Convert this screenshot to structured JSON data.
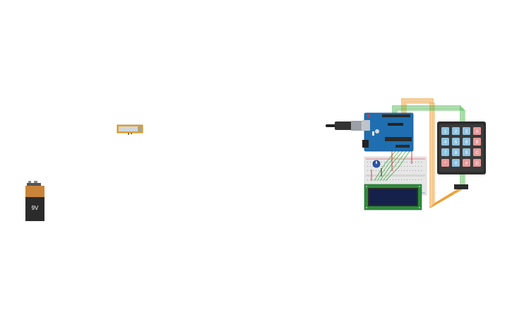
{
  "components": {
    "battery": {
      "label": "9V"
    },
    "keypad": {
      "keys": [
        "1",
        "2",
        "3",
        "A",
        "4",
        "5",
        "6",
        "B",
        "7",
        "8",
        "9",
        "C",
        "*",
        "0",
        "#",
        "D"
      ],
      "num_color": "#8fc3e0",
      "letter_color": "#e89a9a"
    }
  },
  "colors": {
    "canvas_bg": "#ffffff",
    "arduino_board": "#1f6fb0",
    "lcd_pcb": "#2e8b3a",
    "lcd_screen": "#15214a",
    "wire_orange": "#e8921c",
    "wire_green": "#4cb04c",
    "battery_top": "#c9843a",
    "battery_body": "#2b2b2b"
  }
}
